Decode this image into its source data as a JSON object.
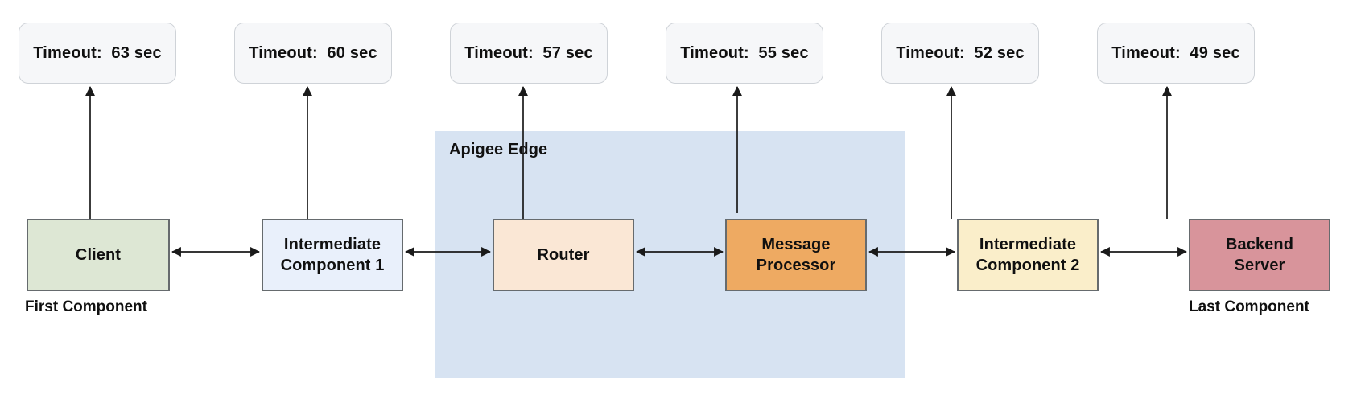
{
  "diagram": {
    "title": "Apigee Edge request path timeout chain",
    "region": {
      "label": "Apigee Edge",
      "fill": "#d7e3f2"
    },
    "timeouts": [
      {
        "label": "Timeout:  63 sec",
        "value": 63,
        "unit": "sec",
        "for": "Client"
      },
      {
        "label": "Timeout:  60 sec",
        "value": 60,
        "unit": "sec",
        "for": "Intermediate Component 1"
      },
      {
        "label": "Timeout:  57 sec",
        "value": 57,
        "unit": "sec",
        "for": "Router"
      },
      {
        "label": "Timeout:  55 sec",
        "value": 55,
        "unit": "sec",
        "for": "Message Processor"
      },
      {
        "label": "Timeout:  52 sec",
        "value": 52,
        "unit": "sec",
        "for": "Intermediate Component 2"
      },
      {
        "label": "Timeout:  49 sec",
        "value": 49,
        "unit": "sec",
        "for": "Backend Server"
      }
    ],
    "nodes": [
      {
        "label": "Client",
        "fill": "#dde7d4",
        "border": "#666b6e",
        "inside_region": false
      },
      {
        "label": "Intermediate\nComponent 1",
        "fill": "#e9f0fb",
        "border": "#666b6e",
        "inside_region": false
      },
      {
        "label": "Router",
        "fill": "#fae7d5",
        "border": "#666b6e",
        "inside_region": true
      },
      {
        "label": "Message\nProcessor",
        "fill": "#eeaa62",
        "border": "#666b6e",
        "inside_region": true
      },
      {
        "label": "Intermediate\nComponent 2",
        "fill": "#faeeca",
        "border": "#666b6e",
        "inside_region": false
      },
      {
        "label": "Backend\nServer",
        "fill": "#d8949b",
        "border": "#666b6e",
        "inside_region": false
      }
    ],
    "captions": [
      {
        "label": "First Component",
        "for": "Client"
      },
      {
        "label": "Last Component",
        "for": "Backend Server"
      }
    ],
    "connectors": {
      "style": "double-headed-arrow",
      "color": "#1a1a1a",
      "pairs": [
        [
          "Client",
          "Intermediate Component 1"
        ],
        [
          "Intermediate Component 1",
          "Router"
        ],
        [
          "Router",
          "Message Processor"
        ],
        [
          "Message Processor",
          "Intermediate Component 2"
        ],
        [
          "Intermediate Component 2",
          "Backend Server"
        ]
      ]
    }
  }
}
